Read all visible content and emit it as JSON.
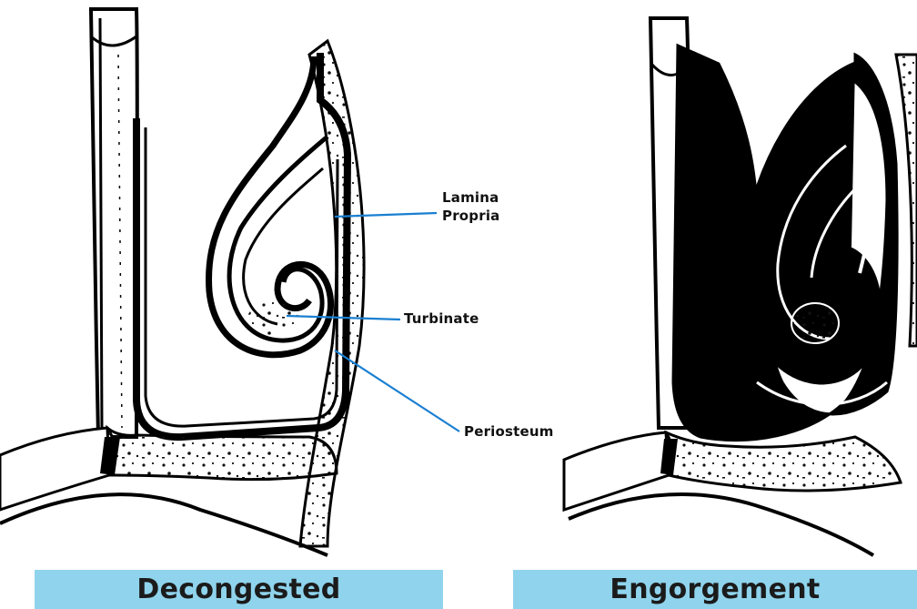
{
  "labels": {
    "lamina_propria_line1": "Lamina",
    "lamina_propria_line2": "Propria",
    "turbinate": "Turbinate",
    "periosteum": "Periosteum"
  },
  "panels": {
    "left_title": "Decongested",
    "right_title": "Engorgement"
  },
  "colors": {
    "banner": "#8fd3ec",
    "leader_line": "#1a7fd1",
    "ink": "#000000"
  }
}
